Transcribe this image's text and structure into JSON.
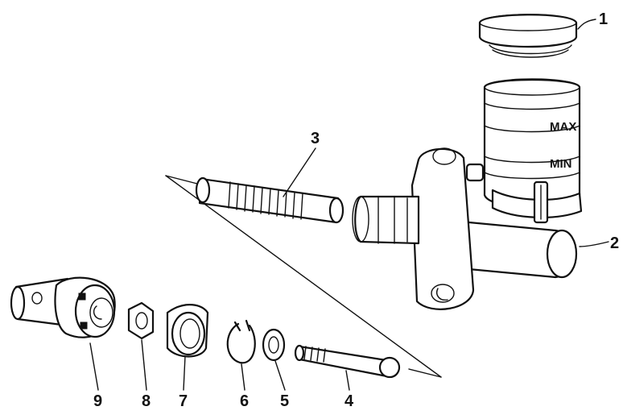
{
  "callouts": [
    {
      "id": "1",
      "label": "1",
      "part": "reservoir-cap"
    },
    {
      "id": "2",
      "label": "2",
      "part": "master-cylinder-body"
    },
    {
      "id": "3",
      "label": "3",
      "part": "piston-assembly"
    },
    {
      "id": "4",
      "label": "4",
      "part": "push-rod"
    },
    {
      "id": "5",
      "label": "5",
      "part": "washer"
    },
    {
      "id": "6",
      "label": "6",
      "part": "circlip"
    },
    {
      "id": "7",
      "label": "7",
      "part": "boot"
    },
    {
      "id": "8",
      "label": "8",
      "part": "lock-nut"
    },
    {
      "id": "9",
      "label": "9",
      "part": "clevis"
    }
  ],
  "reservoir_marks": {
    "max": "MAX",
    "min": "MIN"
  },
  "colors": {
    "line": "#111111",
    "background": "#ffffff"
  }
}
